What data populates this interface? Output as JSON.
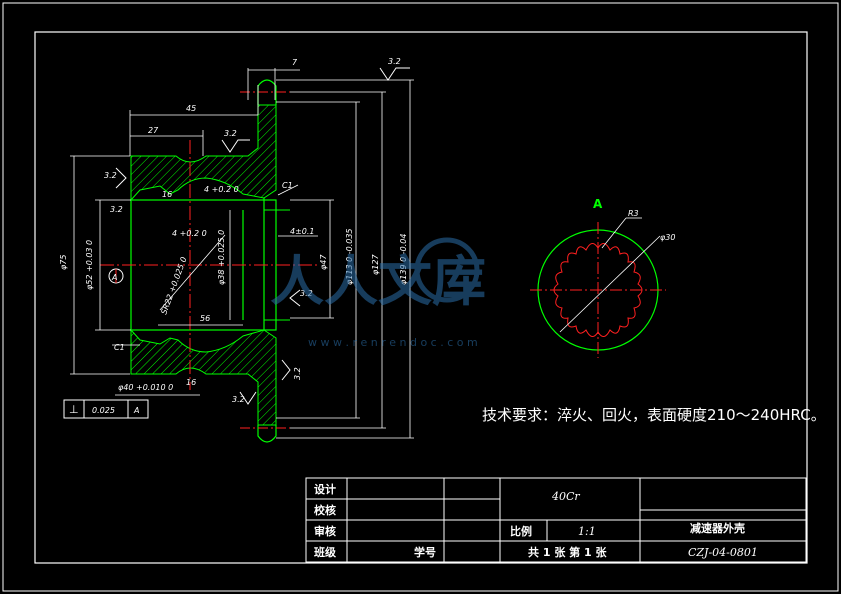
{
  "tech_requirements": "技术要求：淬火、回火，表面硬度210～240HRC。",
  "watermark": {
    "text": "人人文库",
    "url": "w w w . r e n r e n d o c . c o m"
  },
  "section_label": "A",
  "dimensions": {
    "d7": "7",
    "d45": "45",
    "d27": "27",
    "d56": "56",
    "r32_top": "3.2",
    "r32_a": "3.2",
    "r32_b": "3.2",
    "r32_c": "3.2",
    "r32_d": "3.2",
    "r32_e": "3.2",
    "r32_f": "3.2",
    "d16a": "16",
    "d16b": "16",
    "tol_a": "4 +0.2\n   0",
    "tol_b": "4 +0.2\n   0",
    "d75": "φ75",
    "d52": "φ52 +0.03 0",
    "d38": "φ38 +0.025 0",
    "sr22": "SR22 +0.025 0",
    "d40": "φ40 +0.010 0",
    "d41": "4±0.1",
    "d47": "φ47",
    "d113": "φ113 0 -0.035",
    "d127": "φ127",
    "d139": "φ139 0 -0.04",
    "c1a": "C1",
    "c1b": "C1",
    "r3": "R3",
    "d30": "φ30",
    "datum_a": "A"
  },
  "tolerance_frame": {
    "symbol": "⊥",
    "value": "0.025",
    "datum": "A"
  },
  "title_block": {
    "design": "设计",
    "check": "校核",
    "review": "审核",
    "class": "班级",
    "student_no": "学号",
    "material": "40Cr",
    "scale_label": "比例",
    "scale": "1:1",
    "part_name": "减速器外壳",
    "sheets": "共 1 张   第 1 张",
    "drawing_no": "CZJ-04-0801"
  }
}
